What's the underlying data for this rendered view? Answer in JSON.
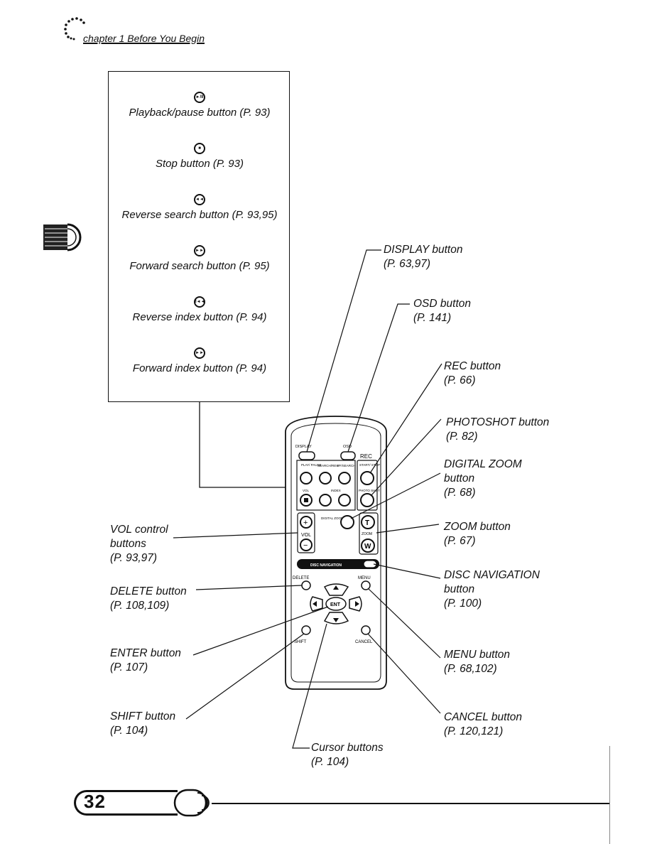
{
  "header": {
    "chapter_title": "chapter 1  Before You Begin"
  },
  "legend": [
    {
      "glyph": "►/II",
      "text": "Playback/pause button (P. 93)"
    },
    {
      "glyph": "■",
      "text": "Stop button (P. 93)"
    },
    {
      "glyph": "◄◄",
      "text": "Reverse search button (P. 93,95)"
    },
    {
      "glyph": "►►",
      "text": "Forward search button (P. 95)"
    },
    {
      "glyph": "I◄◄",
      "text": "Reverse index button (P. 94)"
    },
    {
      "glyph": "►►I",
      "text": "Forward index button (P. 94)"
    }
  ],
  "callouts": {
    "display": {
      "line1": "DISPLAY button",
      "line2": "(P. 63,97)"
    },
    "osd": {
      "line1": "OSD button",
      "line2": "(P. 141)"
    },
    "rec": {
      "line1": "REC button",
      "line2": "(P. 66)"
    },
    "photoshot": {
      "line1": "PHOTOSHOT button",
      "line2": "(P. 82)"
    },
    "digital_zoom": {
      "line1": "DIGITAL ZOOM",
      "line2": "button",
      "line3": "(P. 68)"
    },
    "zoom": {
      "line1": "ZOOM button",
      "line2": "(P. 67)"
    },
    "disc_navigation": {
      "line1": "DISC NAVIGATION",
      "line2": "button",
      "line3": "(P. 100)"
    },
    "menu": {
      "line1": "MENU button",
      "line2": "(P. 68,102)"
    },
    "cancel": {
      "line1": "CANCEL button",
      "line2": "(P. 120,121)"
    },
    "vol": {
      "line1": "VOL control",
      "line2": "buttons",
      "line3": "(P. 93,97)"
    },
    "delete": {
      "line1": "DELETE button",
      "line2": "(P. 108,109)"
    },
    "enter": {
      "line1": "ENTER button",
      "line2": "(P. 107)"
    },
    "shift": {
      "line1": "SHIFT button",
      "line2": "(P. 104)"
    },
    "cursor": {
      "line1": "Cursor buttons",
      "line2": "(P. 104)"
    }
  },
  "remote_labels": {
    "display": "DISPLAY",
    "osd": "OSD",
    "rec": "REC",
    "play": "PLAY/ PAUSE",
    "rew": "SEARCH/REW",
    "ff": "FF/SEARCH",
    "start_stop": "START/ STOP",
    "vol_small": "VOL",
    "index": "INDEX",
    "photo_shot": "PHOTO SHOT",
    "digital_zoom": "DIGITAL ZOOM",
    "vol": "VOL",
    "zoom": "ZOOM",
    "t": "T",
    "w": "W",
    "plus": "+",
    "minus": "−",
    "disc_navigation": "DISC NAVIGATION",
    "delete": "DELETE",
    "menu": "MENU",
    "enter": "ENT",
    "shift": "SHIFT",
    "cancel": "CANCEL"
  },
  "footer": {
    "page_number": "32"
  }
}
